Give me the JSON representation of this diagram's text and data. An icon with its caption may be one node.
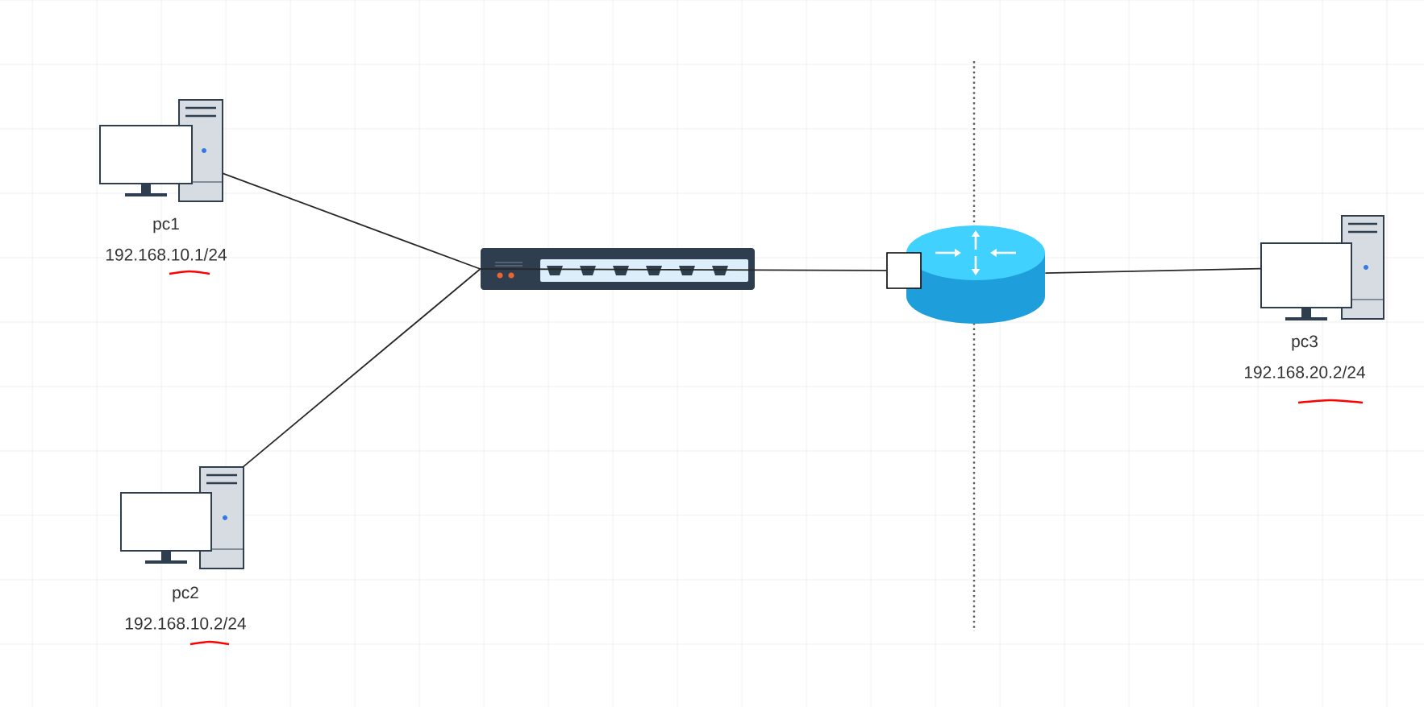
{
  "diagram": {
    "nodes": [
      {
        "text": [
          "pc1",
          "192.168.10.1/24"
        ]
      },
      {
        "text": [
          "pc2",
          "192.168.10.2/24"
        ]
      },
      {
        "text": [],
        "shape": "box"
      },
      {
        "text": [],
        "shape": "box"
      },
      {
        "text": [],
        "shape": "cylinder"
      },
      {
        "text": [
          "pc3",
          "192.168.20.2/24"
        ]
      }
    ],
    "edges": [
      {
        "from": 0,
        "to": 2,
        "arrow": "none"
      },
      {
        "from": 1,
        "to": 2,
        "arrow": "none"
      },
      {
        "from": 2,
        "to": 3,
        "arrow": "none"
      },
      {
        "from": 4,
        "to": 5,
        "arrow": "none"
      }
    ]
  }
}
